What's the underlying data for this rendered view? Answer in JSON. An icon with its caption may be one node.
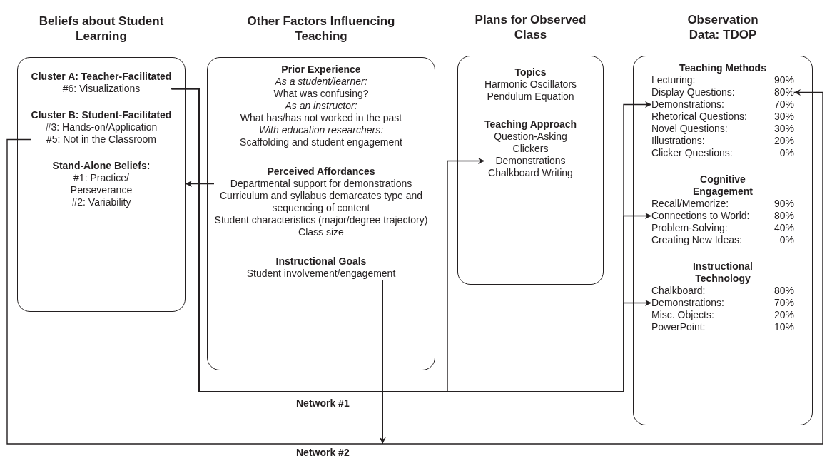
{
  "diagram": {
    "nodes": [
      {
        "text": [
          "Beliefs about Student Learning"
        ]
      },
      {
        "text": [
          "Cluster A: Teacher-Facilitated",
          "#6: Visualizations"
        ],
        "in": 0
      },
      {
        "text": [
          "Cluster B: Student-Facilitated",
          "#3: Hands-on/Application",
          "#5: Not in the Classroom"
        ],
        "in": 0
      },
      {
        "text": [
          "Stand-Alone Beliefs:",
          "#1: Practice/ Perseverance",
          "#2: Variability"
        ],
        "in": 0
      },
      {
        "text": [
          "Other Factors Influencing Teaching"
        ]
      },
      {
        "text": [
          "Prior Experience",
          "As a student/learner:",
          "What was confusing?",
          "As an instructor:",
          "What has/has not worked in the past",
          "With education researchers:",
          "Scaffolding and student engagement"
        ],
        "in": 4
      },
      {
        "text": [
          "Perceived Affordances",
          "Departmental support for demonstrations",
          "Curriculum and syllabus demarcates type and sequencing of content",
          "Student characteristics (major/degree trajectory)",
          "Class size"
        ],
        "in": 4
      },
      {
        "text": [
          "Instructional Goals",
          "Student involvement/engagement"
        ],
        "in": 4
      },
      {
        "text": [
          "Plans for Observed Class"
        ]
      },
      {
        "text": [
          "Topics",
          "Harmonic Oscillators",
          "Pendulum Equation"
        ],
        "in": 8
      },
      {
        "text": [
          "Teaching Approach",
          "Question-Asking",
          "Clickers",
          "Demonstrations",
          "Chalkboard Writing"
        ],
        "in": 8
      },
      {
        "text": [
          "Observation Data: TDOP"
        ]
      },
      {
        "text": [
          "Teaching Methods",
          "Lecturing:",
          "90%",
          "Display Questions:",
          "80%",
          "Demonstrations:",
          "70%",
          "Rhetorical Questions:",
          "30%",
          "Novel Questions:",
          "30%",
          "Illustrations:",
          "20%",
          "Clicker Questions:",
          "0%"
        ],
        "in": 11
      },
      {
        "text": [
          "Cognitive Engagement",
          "Recall/Memorize:",
          "90%",
          "Connections to World:",
          "80%",
          "Problem-Solving:",
          "40%",
          "Creating New Ideas:",
          "0%"
        ],
        "in": 11
      },
      {
        "text": [
          "Instructional Technology",
          "Chalkboard:",
          "80%",
          "Demonstrations:",
          "70%",
          "Misc. Objects:",
          "20%",
          "PowerPoint:",
          "10%"
        ],
        "in": 11
      }
    ],
    "edges": [
      {
        "from": 1,
        "to": 10,
        "arrow": "to",
        "label": "Network #1"
      },
      {
        "from": 1,
        "to": 12,
        "arrow": "to"
      },
      {
        "from": 1,
        "to": 13,
        "arrow": "to"
      },
      {
        "from": 1,
        "to": 14,
        "arrow": "to"
      },
      {
        "from": 2,
        "to": 12,
        "arrow": "to",
        "label": "Network #2"
      },
      {
        "from": 7,
        "to": null,
        "arrow": "to"
      },
      {
        "from": 6,
        "to": 0,
        "arrow": "to"
      }
    ]
  }
}
